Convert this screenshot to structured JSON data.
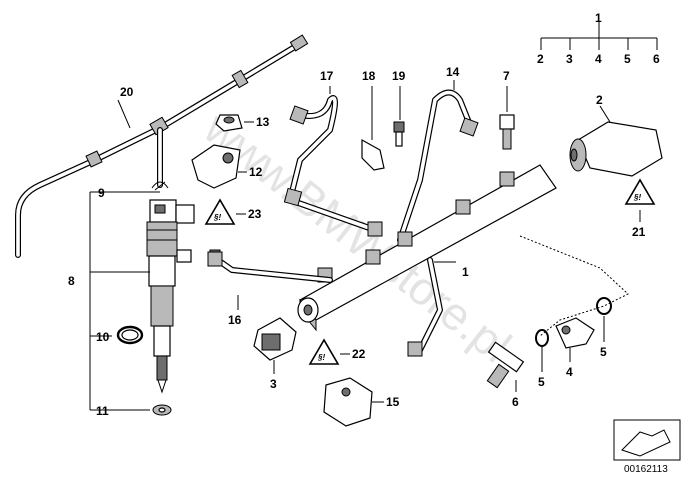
{
  "watermark": "www.BMWstore.pl",
  "doc_number": "00162113",
  "callouts": {
    "c1_top": "1",
    "c2_top": "2",
    "c3_top": "3",
    "c4_top": "4",
    "c5_top": "5",
    "c6_top": "6",
    "c1": "1",
    "c2": "2",
    "c3": "3",
    "c4": "4",
    "c5a": "5",
    "c5b": "5",
    "c6": "6",
    "c7": "7",
    "c8": "8",
    "c9": "9",
    "c10": "10",
    "c11": "11",
    "c12": "12",
    "c13": "13",
    "c14": "14",
    "c15": "15",
    "c16": "16",
    "c17": "17",
    "c18": "18",
    "c19": "19",
    "c20": "20",
    "c21": "21",
    "c22": "22",
    "c23": "23"
  },
  "warning_symbol_text": "§!",
  "icons": [
    "warning-triangle-icon",
    "page-navigation-icon"
  ]
}
